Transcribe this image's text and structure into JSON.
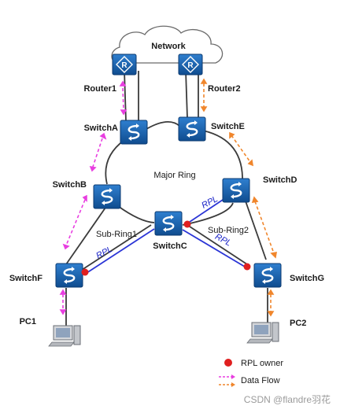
{
  "network_label": "Network",
  "routers": [
    {
      "name": "Router1",
      "icon": "router-icon"
    },
    {
      "name": "Router2",
      "icon": "router-icon"
    }
  ],
  "switches": [
    {
      "name": "SwitchA",
      "icon": "switch-icon"
    },
    {
      "name": "SwitchE",
      "icon": "switch-icon"
    },
    {
      "name": "SwitchB",
      "icon": "switch-icon"
    },
    {
      "name": "SwitchD",
      "icon": "switch-icon"
    },
    {
      "name": "SwitchC",
      "icon": "switch-icon"
    },
    {
      "name": "SwitchF",
      "icon": "switch-icon"
    },
    {
      "name": "SwitchG",
      "icon": "switch-icon"
    }
  ],
  "rings": {
    "major": "Major Ring",
    "sub1": "Sub-Ring1",
    "sub2": "Sub-Ring2",
    "rpl_labels": [
      "RPL",
      "RPL",
      "RPL"
    ]
  },
  "pcs": [
    {
      "name": "PC1",
      "icon": "pc-icon"
    },
    {
      "name": "PC2",
      "icon": "pc-icon"
    }
  ],
  "legend": {
    "rpl_owner": "RPL owner",
    "data_flow": "Data Flow"
  },
  "watermark": "CSDN @flandre羽花",
  "colors": {
    "device_blue": "#1d5fa8",
    "rpl_owner_red": "#e01f1f",
    "flow_magenta": "#e83ee0",
    "flow_orange": "#f0862c",
    "rpl_link": "#2b35d6"
  }
}
